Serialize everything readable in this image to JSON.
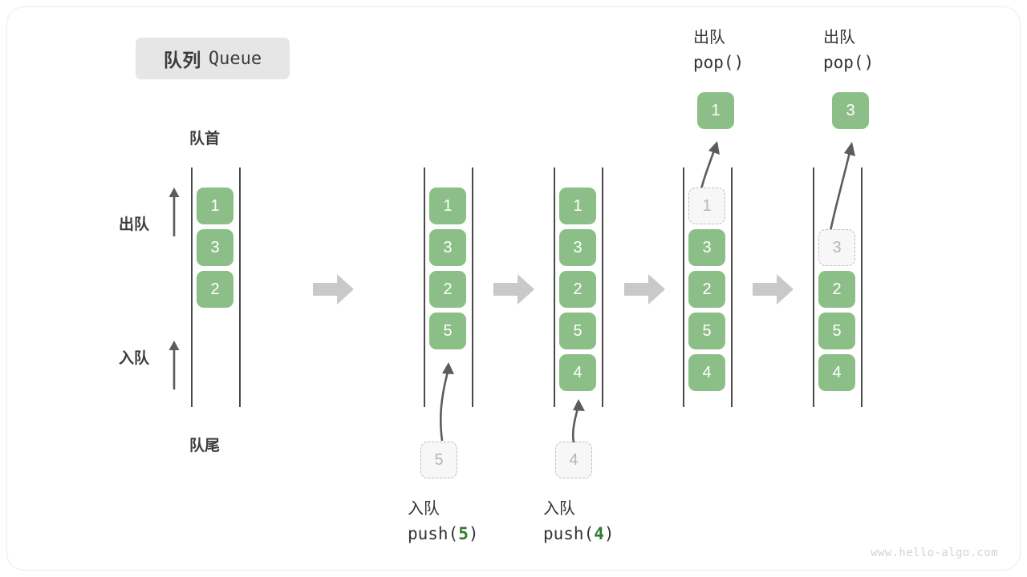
{
  "title": {
    "cn": "队列",
    "en": "Queue"
  },
  "labels": {
    "front": "队首",
    "rear": "队尾",
    "dequeue": "出队",
    "enqueue": "入队"
  },
  "colors": {
    "cell_fill": "#8cbf87",
    "cell_text": "#ffffff",
    "ghost_fill": "#f7f7f7",
    "ghost_border": "#bdbdbd",
    "ghost_text": "#b5b5b5",
    "rail": "#4a4a4a",
    "step_arrow": "#c9c9c9",
    "accent_number": "#2e7d32",
    "chip_bg": "#e6e6e6",
    "text": "#3c3c3c"
  },
  "columns": [
    {
      "name": "initial-queue",
      "cells": [
        "1",
        "3",
        "2"
      ],
      "ghost_index": -1,
      "top_caption": null,
      "popped_value": null,
      "bottom_caption": null,
      "incoming_value": null
    },
    {
      "name": "after-push-5",
      "cells": [
        "1",
        "3",
        "2",
        "5"
      ],
      "ghost_index": -1,
      "top_caption": null,
      "popped_value": null,
      "bottom_caption": {
        "cn": "入队",
        "code_prefix": "push(",
        "code_value": "5",
        "code_suffix": ")"
      },
      "incoming_value": "5"
    },
    {
      "name": "after-push-4",
      "cells": [
        "1",
        "3",
        "2",
        "5",
        "4"
      ],
      "ghost_index": -1,
      "top_caption": null,
      "popped_value": null,
      "bottom_caption": {
        "cn": "入队",
        "code_prefix": "push(",
        "code_value": "4",
        "code_suffix": ")"
      },
      "incoming_value": "4"
    },
    {
      "name": "pop-1",
      "cells": [
        "1",
        "3",
        "2",
        "5",
        "4"
      ],
      "ghost_index": 0,
      "top_caption": {
        "cn": "出队",
        "code": "pop()"
      },
      "popped_value": "1",
      "bottom_caption": null,
      "incoming_value": null
    },
    {
      "name": "pop-3",
      "cells": [
        "3",
        "2",
        "5",
        "4"
      ],
      "ghost_index": 0,
      "top_caption": {
        "cn": "出队",
        "code": "pop()"
      },
      "popped_value": "3",
      "bottom_caption": null,
      "incoming_value": null
    }
  ],
  "watermark": "www.hello-algo.com"
}
